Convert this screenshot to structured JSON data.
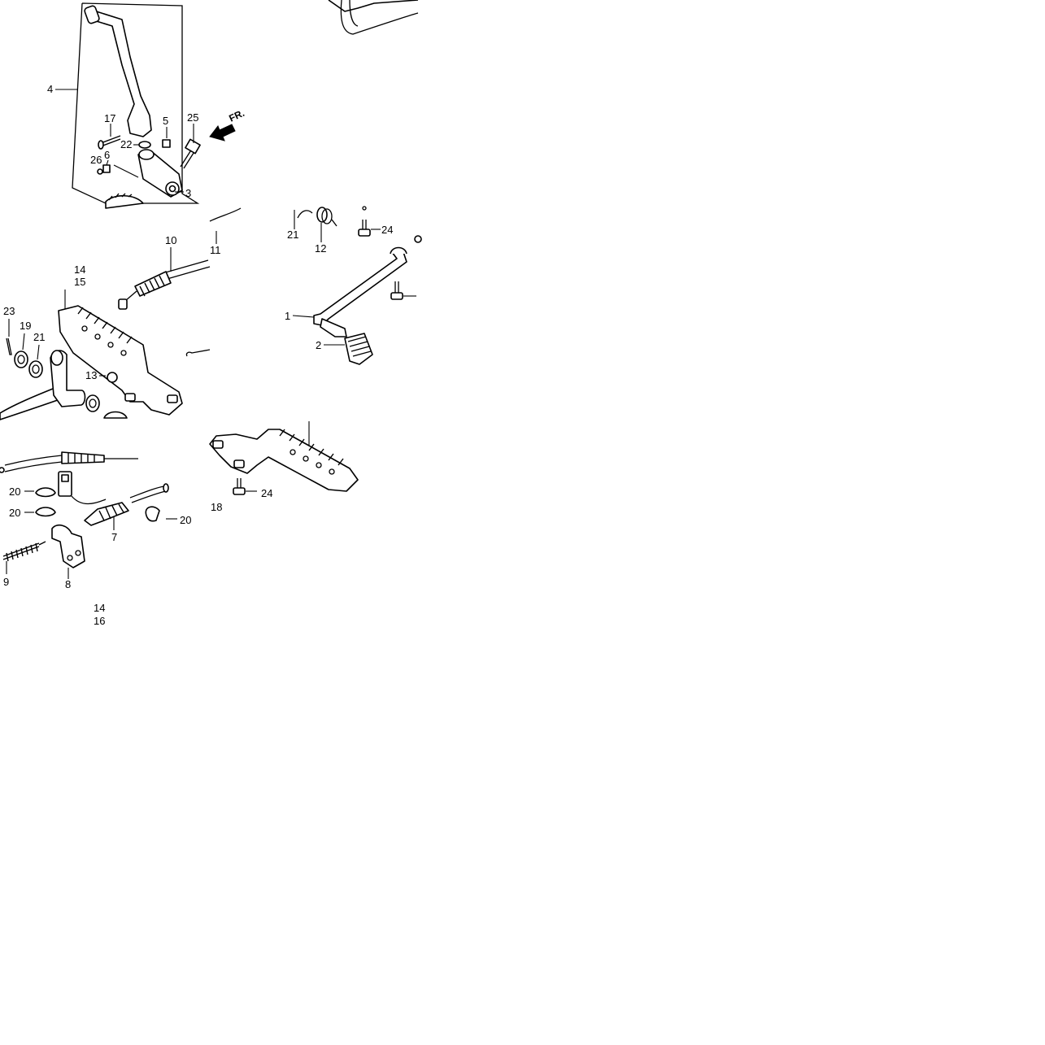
{
  "diagram": {
    "direction_marker": "FR.",
    "callouts": {
      "c1": "1",
      "c2": "2",
      "c3": "3",
      "c4": "4",
      "c5": "5",
      "c6": "6",
      "c7": "7",
      "c8": "8",
      "c9": "9",
      "c10": "10",
      "c11": "11",
      "c12": "12",
      "c13": "13",
      "c14a": "14",
      "c14b": "14",
      "c15": "15",
      "c16": "16",
      "c17": "17",
      "c18": "18",
      "c19": "19",
      "c20a": "20",
      "c20b": "20",
      "c20c": "20",
      "c21a": "21",
      "c21b": "21",
      "c22": "22",
      "c23": "23",
      "c24a": "24",
      "c24b": "24",
      "c25": "25",
      "c26": "26"
    }
  }
}
